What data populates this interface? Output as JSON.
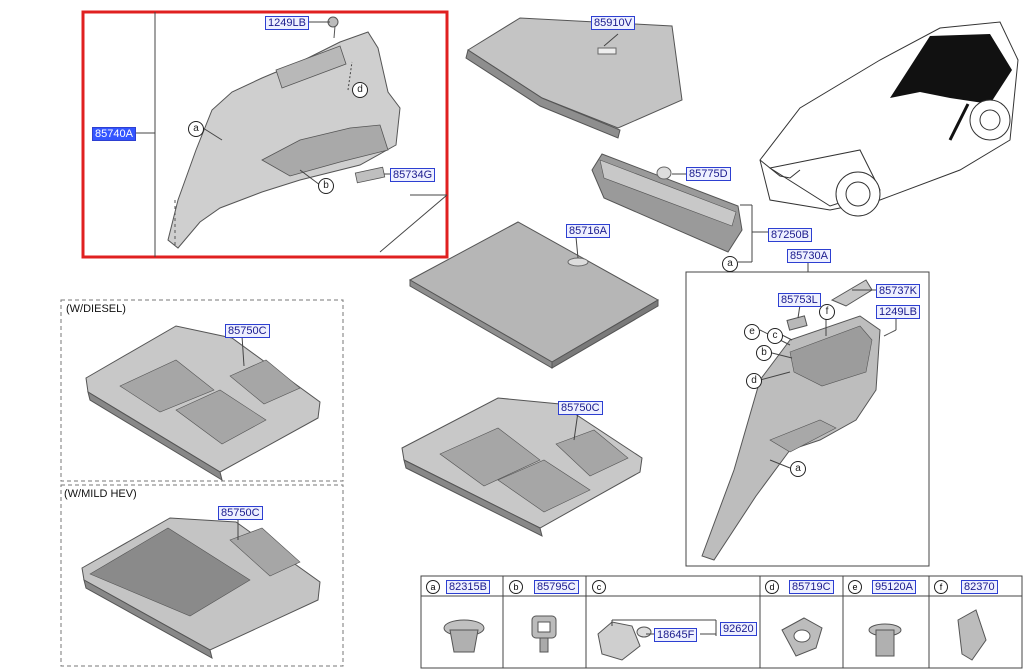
{
  "colors": {
    "highlight_frame": "#e02020",
    "label_border": "#2d3fd1",
    "part_fill": "#cfcfcf",
    "part_dark": "#8e8e8e"
  },
  "labels": {
    "p1249LB_top": "1249LB",
    "p85740A": "85740A",
    "p85734G": "85734G",
    "p85910V": "85910V",
    "p85775D": "85775D",
    "p87250B": "87250B",
    "p85716A": "85716A",
    "p85730A": "85730A",
    "p85737K": "85737K",
    "p85753L": "85753L",
    "p1249LB_right": "1249LB",
    "p85750C_diesel": "85750C",
    "p85750C_center": "85750C",
    "p85750C_hev": "85750C",
    "p18645F": "18645F",
    "p92620": "92620"
  },
  "variants": {
    "diesel": "(W/DIESEL)",
    "mild_hev": "(W/MILD HEV)"
  },
  "callouts": {
    "a": "a",
    "b": "b",
    "c": "c",
    "d": "d",
    "e": "e",
    "f": "f"
  },
  "legend_table": [
    {
      "key": "a",
      "part": "82315B"
    },
    {
      "key": "b",
      "part": "85795C"
    },
    {
      "key": "c",
      "part": ""
    },
    {
      "key": "d",
      "part": "85719C"
    },
    {
      "key": "e",
      "part": "95120A"
    },
    {
      "key": "f",
      "part": "82370"
    }
  ],
  "icons": [
    "vehicle-outline-icon",
    "trim-panel-icon",
    "tray-icon",
    "clip-icon"
  ]
}
